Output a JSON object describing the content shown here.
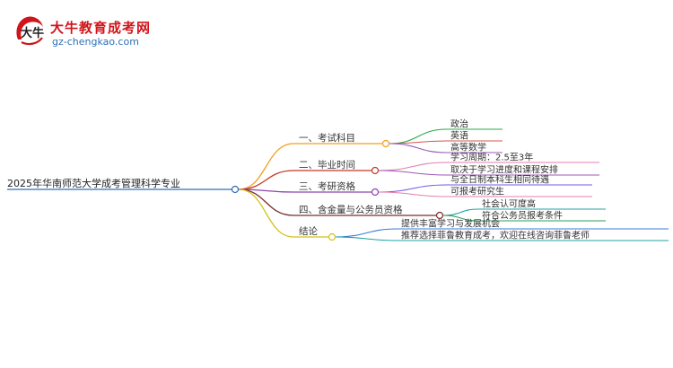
{
  "logo": {
    "name_cn": "大牛教育成考网",
    "url": "gz-chengkao.com",
    "mark_text": "大牛"
  },
  "mindmap": {
    "root": "2025年华南师范大学成考管理科学专业",
    "branches": [
      {
        "label": "一、考试科目",
        "color": "#f0a11c",
        "leaves": [
          "政治",
          "英语",
          "高等数学"
        ],
        "leaf_colors": [
          "#2aa84a",
          "#d9534f",
          "#9b59b6"
        ]
      },
      {
        "label": "二、毕业时间",
        "color": "#c0392b",
        "leaves": [
          "学习周期：2.5至3年",
          "取决于学习进度和课程安排"
        ],
        "leaf_colors": [
          "#e67eb0",
          "#9b59b6"
        ]
      },
      {
        "label": "三、考研资格",
        "color": "#8e44ad",
        "leaves": [
          "与全日制本科生相同待遇",
          "可报考研究生"
        ],
        "leaf_colors": [
          "#6c5ce7",
          "#e67eb0"
        ]
      },
      {
        "label": "四、含金量与公务员资格",
        "color": "#7a2e2e",
        "leaves": [
          "社会认可度高",
          "符合公务员报考条件"
        ],
        "leaf_colors": [
          "#1fa3a3",
          "#2e9b57"
        ]
      },
      {
        "label": "结论",
        "color": "#d4c21a",
        "leaves": [
          "提供丰富学习与发展机会",
          "推荐选择菲鲁教育成考，欢迎在线咨询菲鲁老师"
        ],
        "leaf_colors": [
          "#3a7bd5",
          "#1fa3a3"
        ]
      }
    ]
  }
}
